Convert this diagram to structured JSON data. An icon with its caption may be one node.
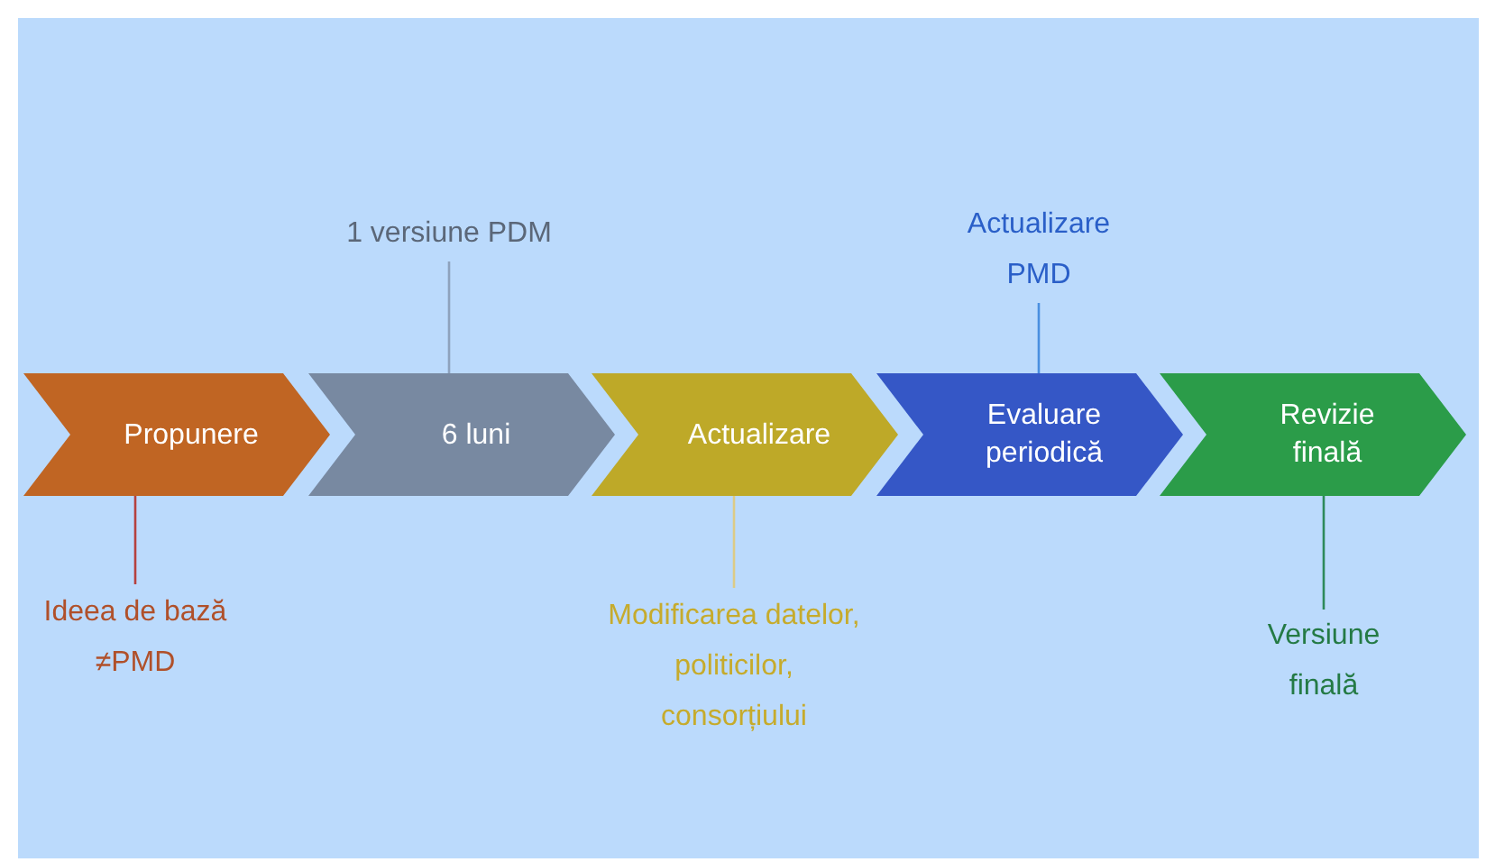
{
  "diagram": {
    "nodes": [
      {
        "text": [
          "Propunere"
        ]
      },
      {
        "text": [
          "6 luni"
        ]
      },
      {
        "text": [
          "Actualizare"
        ]
      },
      {
        "text": [
          "Evaluare periodică"
        ]
      },
      {
        "text": [
          "Revizie finală"
        ]
      },
      {
        "text": [
          "Ideea de bază ≠PMD"
        ]
      },
      {
        "text": [
          "1 versiune PDM"
        ]
      },
      {
        "text": [
          "Modificarea datelor, politicilor, consorțiului"
        ]
      },
      {
        "text": [
          "Actualizare PMD"
        ]
      },
      {
        "text": [
          "Versiune finală"
        ]
      }
    ],
    "edges": [
      {
        "from": 5,
        "to": 0,
        "arrow": "none",
        "color": "#b5413f"
      },
      {
        "from": 6,
        "to": 1,
        "arrow": "none",
        "color": "#8ea2bd"
      },
      {
        "from": 7,
        "to": 2,
        "arrow": "none",
        "color": "#dccb86"
      },
      {
        "from": 8,
        "to": 3,
        "arrow": "none",
        "color": "#4a8fe0"
      },
      {
        "from": 9,
        "to": 4,
        "arrow": "none",
        "color": "#2e8a5a"
      }
    ]
  }
}
